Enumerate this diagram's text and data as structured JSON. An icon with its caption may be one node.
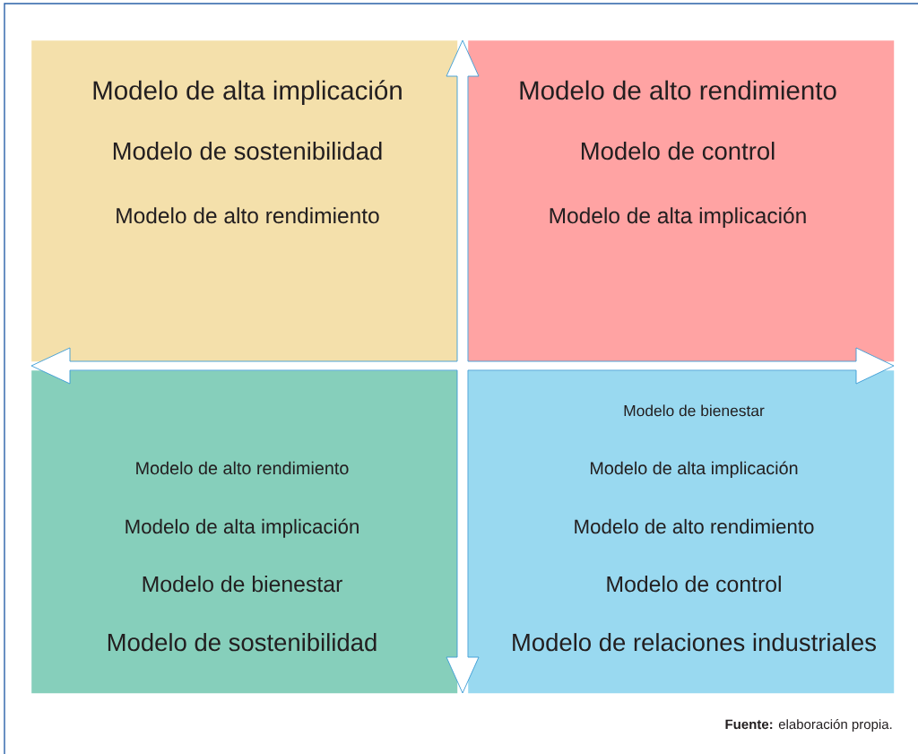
{
  "diagram": {
    "caption": "**Fuente:** elaboración propia.",
    "nodes": [
      {
        "text": [
          "Modelo de alta implicación",
          "Modelo de sostenibilidad",
          "Modelo de alto rendimiento"
        ]
      },
      {
        "text": [
          "Modelo de alto rendimiento",
          "Modelo de control",
          "Modelo de alta implicación"
        ]
      },
      {
        "text": [
          "Modelo de alto rendimiento",
          "Modelo de alta implicación",
          "Modelo de bienestar",
          "Modelo de sostenibilidad"
        ]
      },
      {
        "text": [
          "Modelo de bienestar",
          "Modelo de alta implicación",
          "Modelo de alto rendimiento",
          "Modelo de control",
          "Modelo de relaciones industriales"
        ]
      }
    ]
  }
}
